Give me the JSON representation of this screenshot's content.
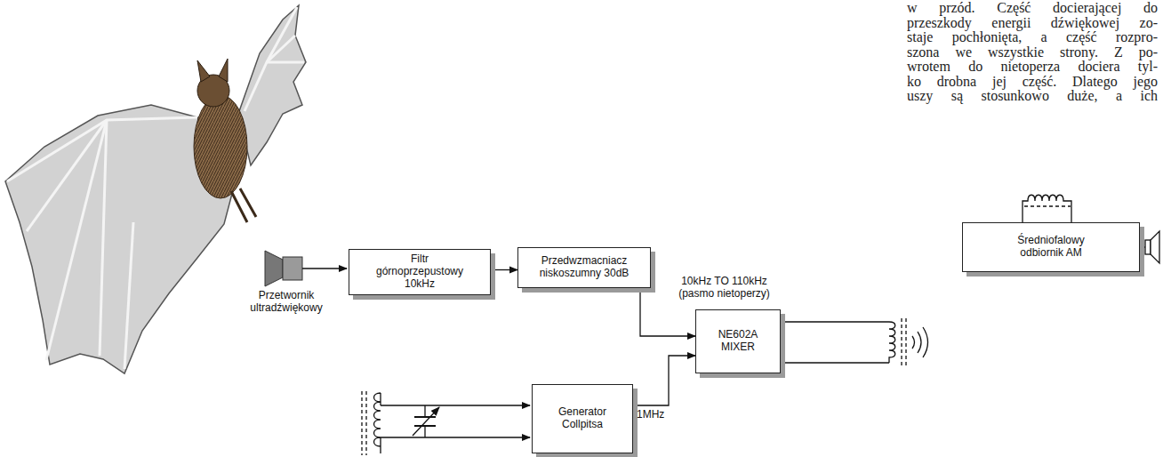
{
  "diagram": {
    "nodes": [
      {
        "text": [
          "Filtr górnoprzepustowy 10kHz"
        ]
      },
      {
        "text": [
          "Przedwzmacniacz niskoszumny 30dB"
        ]
      },
      {
        "text": [
          "NE602A MIXER"
        ]
      },
      {
        "text": [
          "Generator Collpitsa"
        ]
      },
      {
        "text": [
          "Średniofalowy odbiornik AM"
        ]
      }
    ],
    "edges": [
      {
        "from": 0,
        "to": 1,
        "arrow": "to"
      },
      {
        "from": 1,
        "to": 2,
        "arrow": "to"
      },
      {
        "from": 3,
        "to": 2,
        "arrow": "to"
      }
    ],
    "labels": [
      "w przód. Część docierającej do",
      "przeszkody energii dźwiękowej zo-",
      "staje pochłonięta, a część rozpro-",
      "szona we wszystkie strony. Z po-",
      "wrotem do nietoperza dociera tyl-",
      "ko drobna jej część. Dlatego jego",
      "uszy są stosunkowo duże, a ich",
      "Przetwornik ultradźwiękowy",
      "10kHz TO 110kHz (pasmo nietoperzy)",
      "1MHz"
    ]
  }
}
